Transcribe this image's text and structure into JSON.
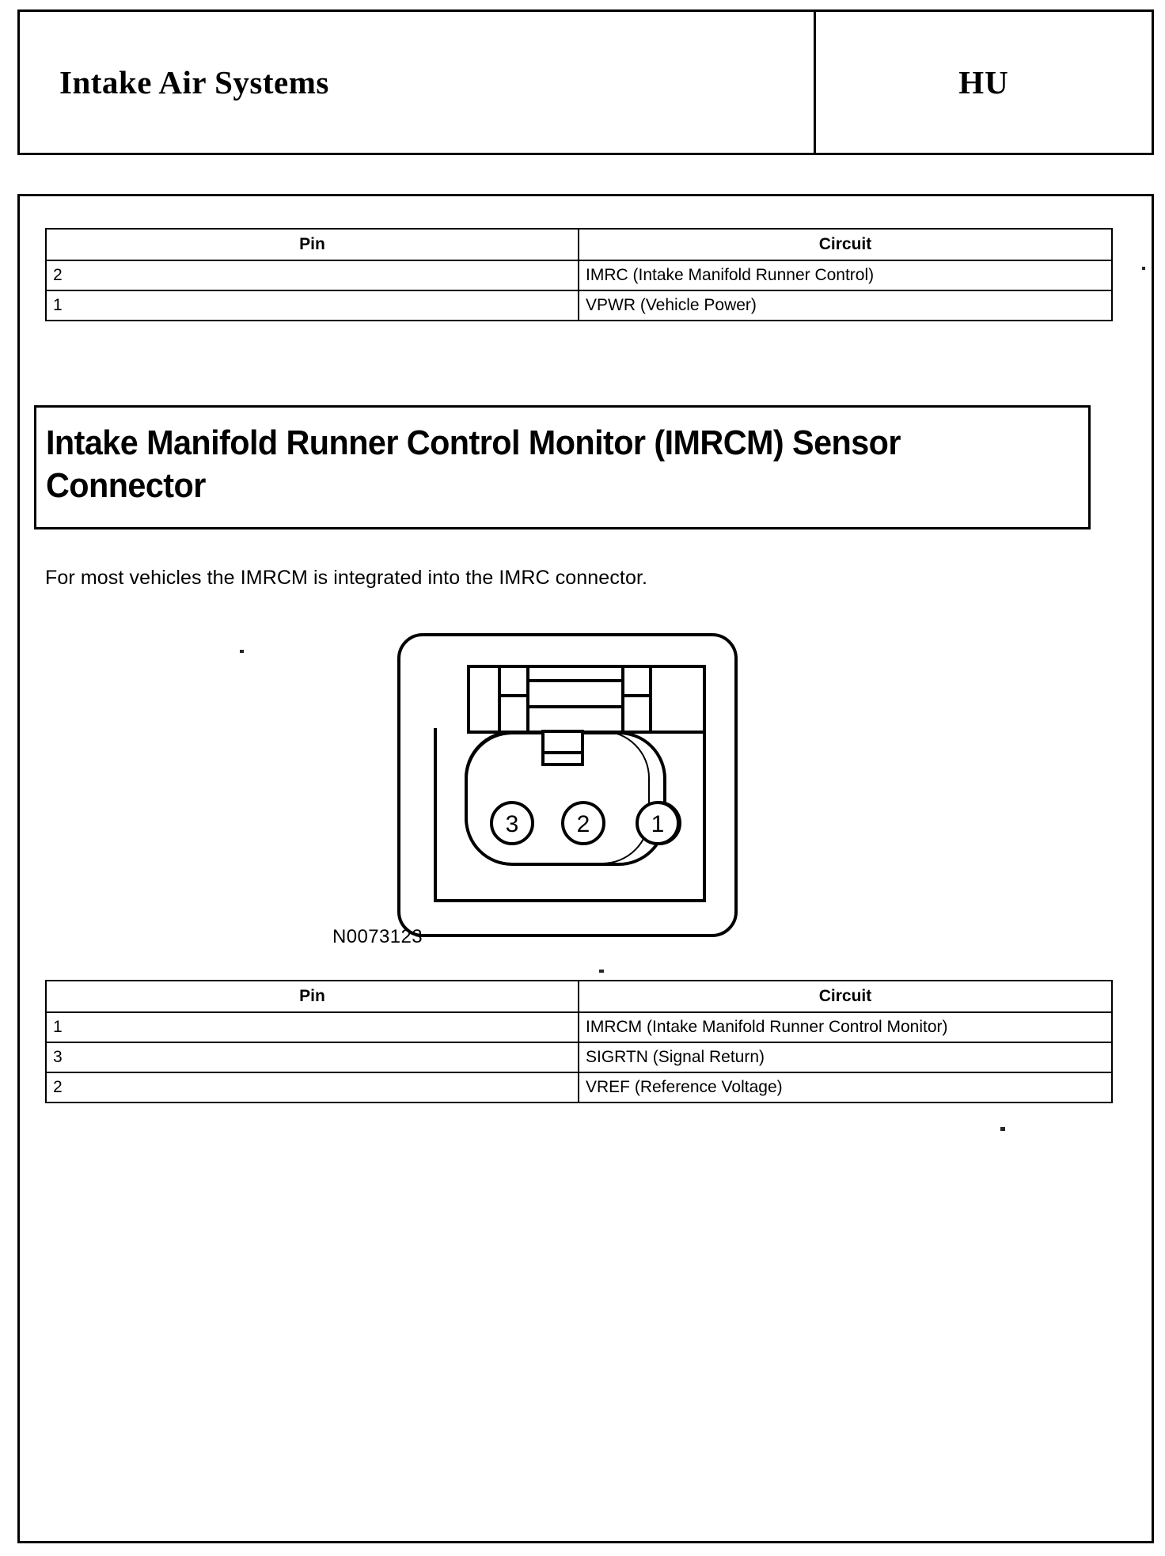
{
  "header": {
    "title": "Intake Air Systems",
    "code": "HU"
  },
  "top_table": {
    "columns": [
      "Pin",
      "Circuit"
    ],
    "rows": [
      {
        "pin": "2",
        "circuit": "IMRC (Intake Manifold Runner Control)"
      },
      {
        "pin": "1",
        "circuit": "VPWR (Vehicle Power)"
      }
    ]
  },
  "section": {
    "heading": "Intake Manifold Runner Control Monitor (IMRCM) Sensor Connector",
    "body": "For most vehicles the IMRCM is integrated into the IMRC connector."
  },
  "figure": {
    "part_number": "N0073123",
    "pins": [
      {
        "label": "3"
      },
      {
        "label": "2"
      },
      {
        "label": "1"
      }
    ]
  },
  "bottom_table": {
    "columns": [
      "Pin",
      "Circuit"
    ],
    "rows": [
      {
        "pin": "1",
        "circuit": "IMRCM (Intake Manifold Runner Control Monitor)"
      },
      {
        "pin": "3",
        "circuit": "SIGRTN (Signal Return)"
      },
      {
        "pin": "2",
        "circuit": "VREF (Reference Voltage)"
      }
    ]
  },
  "colors": {
    "ink": "#000000",
    "paper": "#ffffff"
  }
}
